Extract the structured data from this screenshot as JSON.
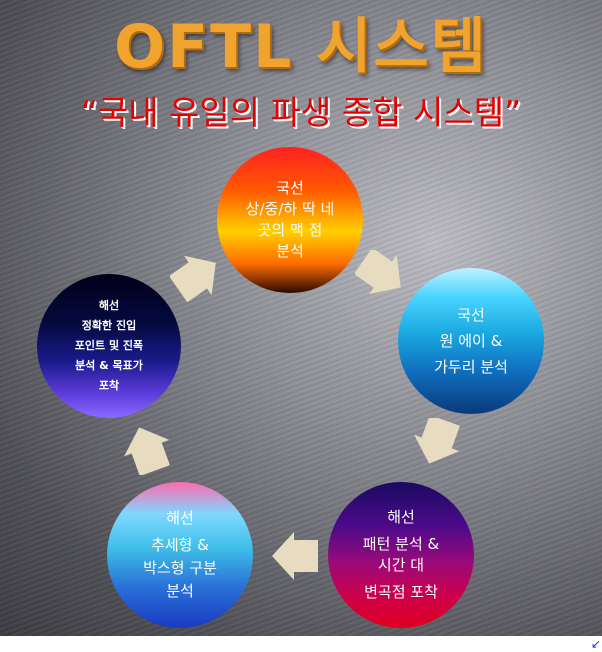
{
  "title": "OFTL 시스템",
  "subtitle": "“국내 유일의 파생 종합 시스템”",
  "cycle": [
    {
      "lines": [
        "국선",
        "상/중/하 딱 네",
        "곳의 맥 점",
        "분석"
      ]
    },
    {
      "lines": [
        "국선",
        "원 에이 &",
        "가두리 분석"
      ]
    },
    {
      "lines": [
        "해선",
        "패턴 분석 &",
        "시간 대",
        "변곡점 포착"
      ]
    },
    {
      "lines": [
        "해선",
        "추세형 &",
        "박스형 구분",
        "분석"
      ]
    },
    {
      "lines": [
        "해선",
        "정확한 진입",
        "포인트 및 진폭",
        "분석 & 목표가",
        "포착"
      ]
    }
  ],
  "colors": {
    "title": "#f0a32e",
    "subtitle": "#e60000",
    "arrow": "#e8dcc0"
  },
  "icons": {
    "arrows": "block-arrow"
  }
}
